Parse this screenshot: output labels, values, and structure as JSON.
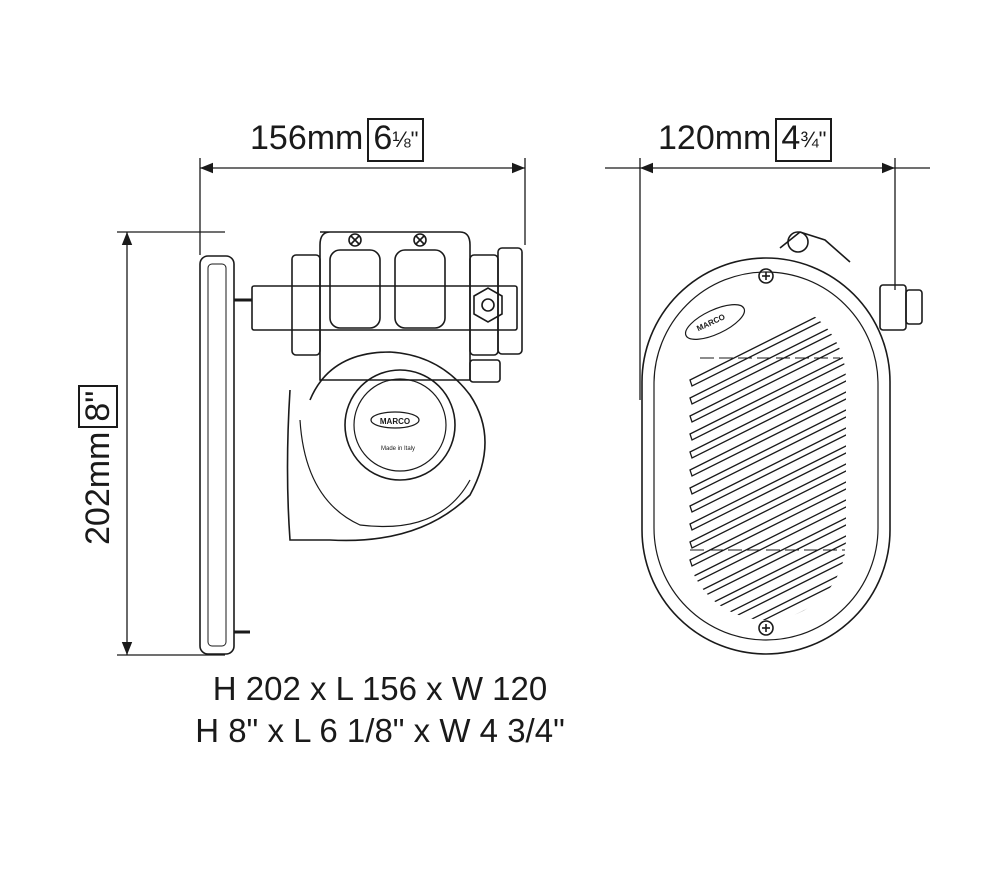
{
  "dimensions": {
    "length": {
      "metric": "156mm",
      "imperial_whole": "6",
      "imperial_frac": "⅛\""
    },
    "width": {
      "metric": "120mm",
      "imperial_whole": "4",
      "imperial_frac": "¾\""
    },
    "height": {
      "metric": "202mm",
      "imperial": "8\""
    }
  },
  "caption": {
    "metric_line": "H 202 x L 156 x W 120",
    "imperial_line": "H 8\" x L 6 1/8\" x W 4 3/4\""
  },
  "labels": {
    "brand": "MARCO",
    "origin": "Made in Italy"
  }
}
